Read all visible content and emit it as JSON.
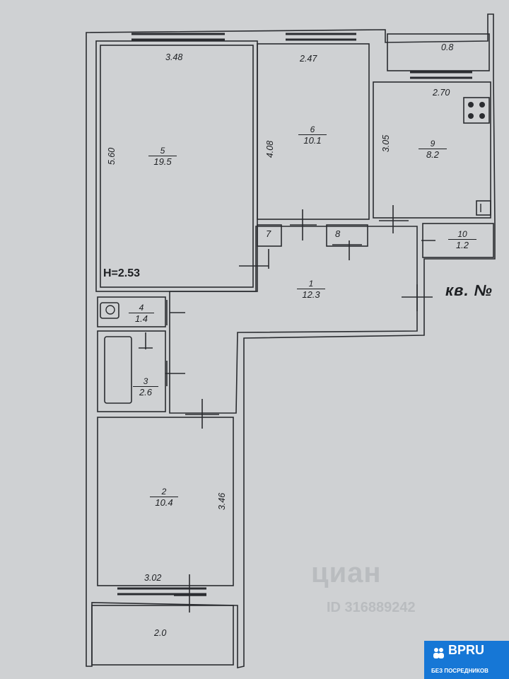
{
  "plan": {
    "apartment_label": "кв. №",
    "ceiling_height": "H=2.53",
    "rooms": [
      {
        "id": "room-5",
        "number": "5",
        "area": "19.5"
      },
      {
        "id": "room-6",
        "number": "6",
        "area": "10.1"
      },
      {
        "id": "room-9",
        "number": "9",
        "area": "8.2"
      },
      {
        "id": "room-1",
        "number": "1",
        "area": "12.3"
      },
      {
        "id": "room-10",
        "number": "10",
        "area": "1.2"
      },
      {
        "id": "room-4",
        "number": "4",
        "area": "1.4"
      },
      {
        "id": "room-3",
        "number": "3",
        "area": "2.6"
      },
      {
        "id": "room-2",
        "number": "2",
        "area": "10.4"
      },
      {
        "id": "room-7",
        "number": "7"
      },
      {
        "id": "room-8",
        "number": "8"
      }
    ],
    "dimensions": {
      "room5_width": "3.48",
      "room5_depth": "5.60",
      "room6_width": "2.47",
      "room6_depth": "4.08",
      "room9_width": "2.70",
      "room9_depth": "3.05",
      "room2_width": "3.02",
      "room2_depth": "3.46",
      "balcony_top": "0.8",
      "balcony_bottom": "2.0"
    }
  },
  "watermark": {
    "brand": "циан",
    "id": "ID 316889242"
  },
  "badge": {
    "brand": "BPRU",
    "tagline": "БЕЗ ПОСРЕДНИКОВ"
  },
  "colors": {
    "line": "#2a2c30",
    "paper": "#cfd1d3",
    "badge": "#1677d6"
  }
}
